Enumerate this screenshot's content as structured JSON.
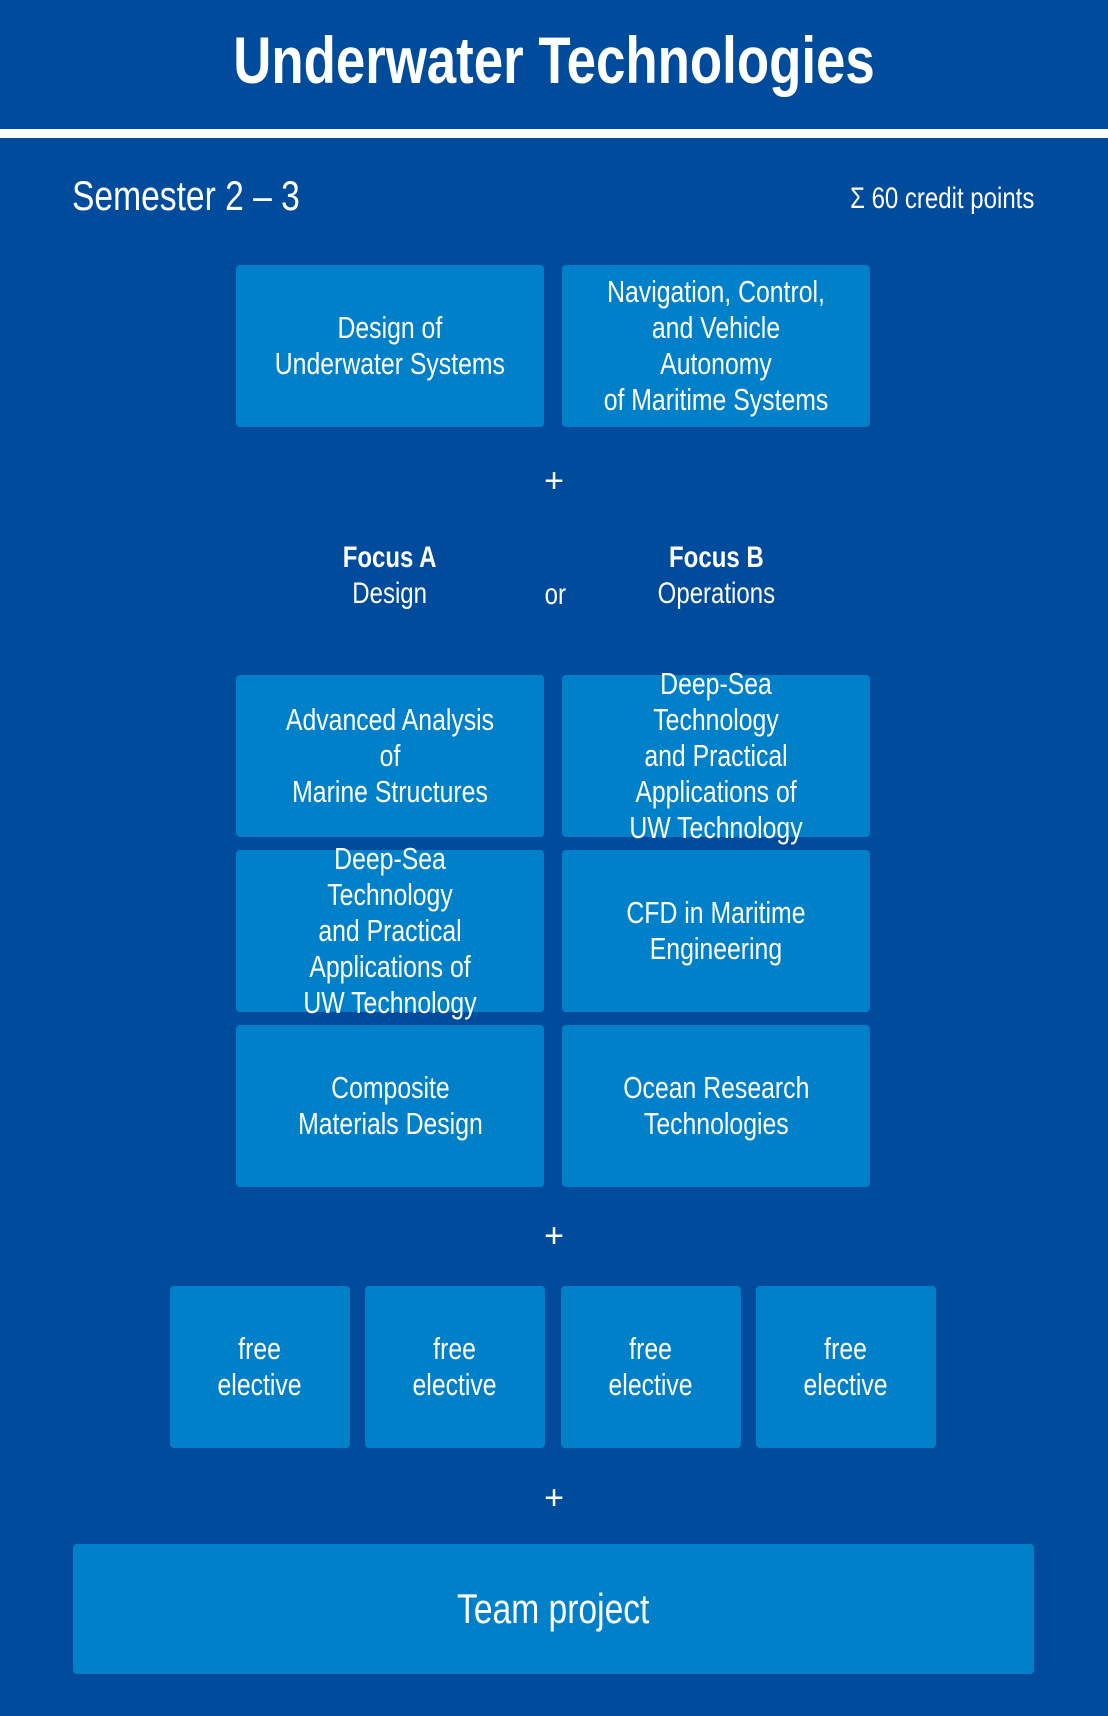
{
  "title": "Underwater Technologies",
  "semester": "Semester 2 – 3",
  "credits": "Σ 60 credit points",
  "core": [
    "Design of\nUnderwater Systems",
    "Navigation, Control,\nand Vehicle Autonomy\nof Maritime Systems"
  ],
  "plus": "+",
  "focus_a": {
    "title": "Focus A",
    "subtitle": "Design"
  },
  "or": "or",
  "focus_b": {
    "title": "Focus B",
    "subtitle": "Operations"
  },
  "focus_a_modules": [
    "Advanced Analysis of\nMarine Structures",
    "Deep-Sea Technology\nand Practical\nApplications of\nUW Technology",
    "Composite\nMaterials Design"
  ],
  "focus_b_modules": [
    "Deep-Sea Technology\nand Practical\nApplications of\nUW Technology",
    "CFD in Maritime\nEngineering",
    "Ocean Research\nTechnologies"
  ],
  "electives": [
    "free\nelective",
    "free\nelective",
    "free\nelective",
    "free\nelective"
  ],
  "team_project": "Team project"
}
